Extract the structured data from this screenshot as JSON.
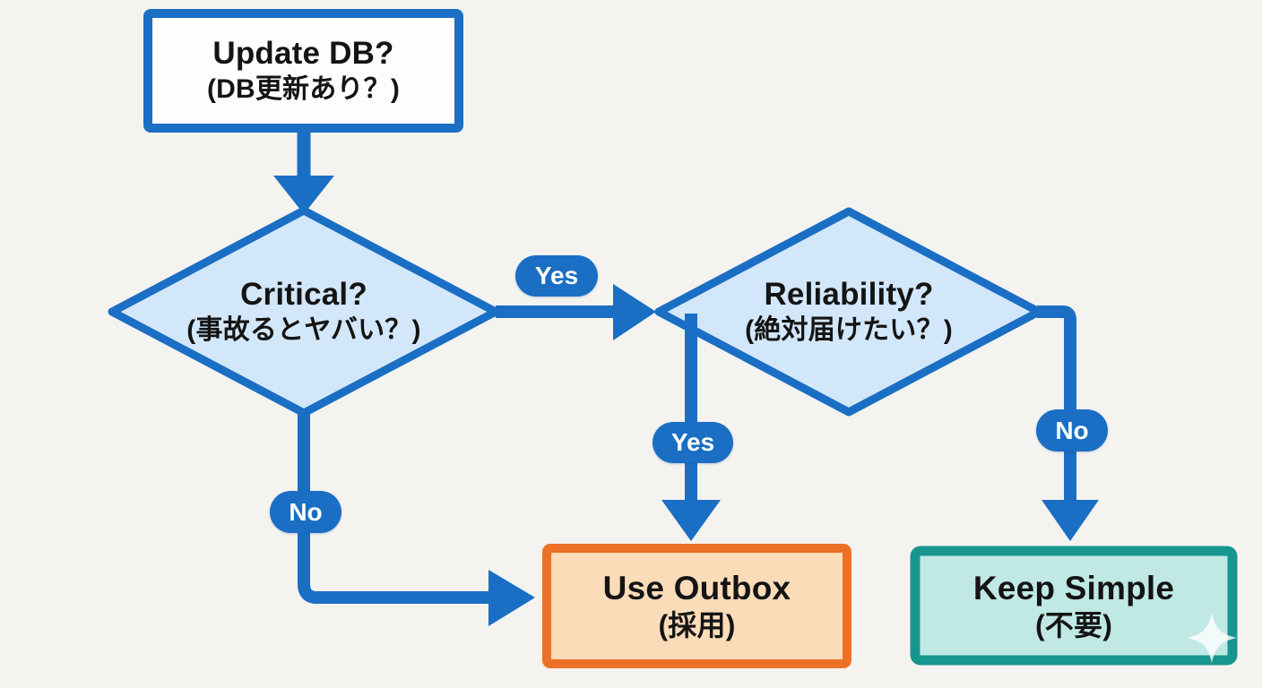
{
  "diagram": {
    "type": "flowchart",
    "background": "#f4f3f0",
    "colors": {
      "flow_blue": "#1a6fc4",
      "decision_fill": "#d3e7fa",
      "start_fill": "#fdfdfd",
      "outbox_border": "#ec7027",
      "outbox_fill": "#fbdcb8",
      "keep_border": "#17968f",
      "keep_fill": "#c0e8e4",
      "node_text": "#141414",
      "edge_label_text": "#ffffff"
    },
    "nodes": {
      "update_db": {
        "shape": "rectangle",
        "title": "Update DB?",
        "subtitle": "(DB更新あり？)"
      },
      "critical": {
        "shape": "diamond",
        "title": "Critical?",
        "subtitle": "(事故るとヤバい？)"
      },
      "reliability": {
        "shape": "diamond",
        "title": "Reliability?",
        "subtitle": "(絶対届けたい？)"
      },
      "use_outbox": {
        "shape": "rectangle",
        "title": "Use Outbox",
        "subtitle": "(採用)"
      },
      "keep_simple": {
        "shape": "rectangle",
        "title": "Keep Simple",
        "subtitle": "(不要)"
      }
    },
    "edges": {
      "update_to_critical": {
        "from": "update_db",
        "to": "critical",
        "label": ""
      },
      "critical_yes": {
        "from": "critical",
        "to": "reliability",
        "label": "Yes"
      },
      "critical_no": {
        "from": "critical",
        "to": "use_outbox",
        "label": "No"
      },
      "reliability_yes": {
        "from": "reliability",
        "to": "use_outbox",
        "label": "Yes"
      },
      "reliability_no": {
        "from": "reliability",
        "to": "keep_simple",
        "label": "No"
      }
    }
  }
}
